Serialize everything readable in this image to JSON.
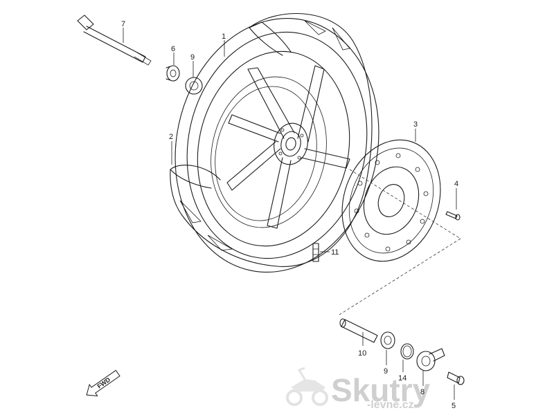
{
  "diagram": {
    "fwd_label": "FWD",
    "callouts": [
      {
        "id": "1",
        "label": "1"
      },
      {
        "id": "2",
        "label": "2"
      },
      {
        "id": "3",
        "label": "3"
      },
      {
        "id": "4",
        "label": "4"
      },
      {
        "id": "5",
        "label": "5"
      },
      {
        "id": "6",
        "label": "6"
      },
      {
        "id": "7",
        "label": "7"
      },
      {
        "id": "8",
        "label": "8"
      },
      {
        "id": "9a",
        "label": "9"
      },
      {
        "id": "9b",
        "label": "9"
      },
      {
        "id": "10",
        "label": "10"
      },
      {
        "id": "11",
        "label": "11"
      },
      {
        "id": "14",
        "label": "14"
      }
    ]
  },
  "watermark": {
    "brand": "Skutry",
    "domain": "-levne.cz"
  }
}
